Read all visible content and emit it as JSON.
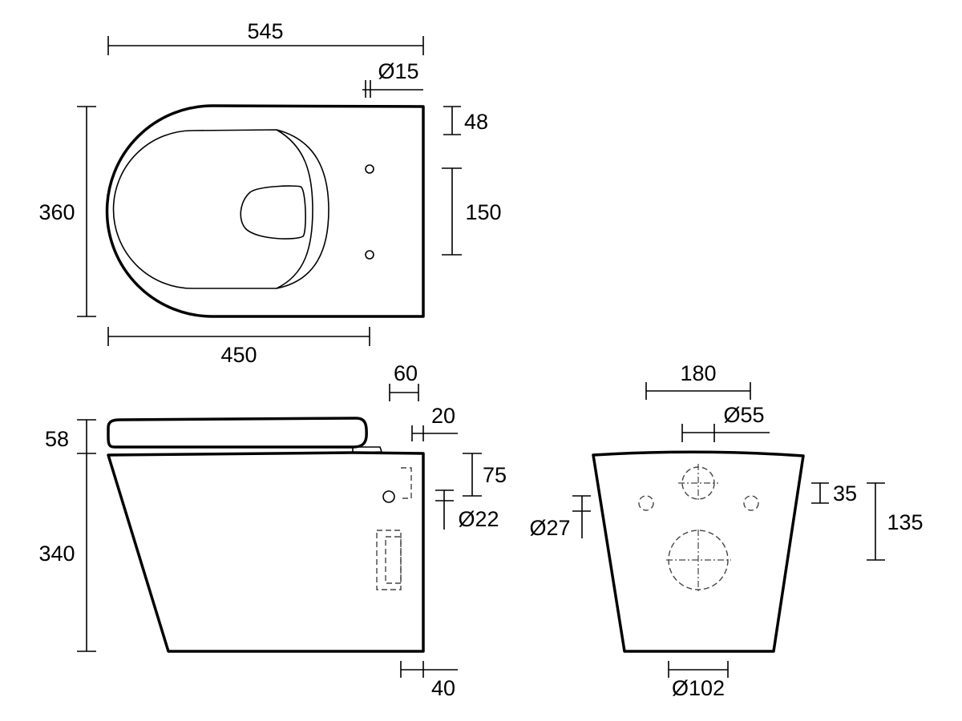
{
  "top_view": {
    "overall_length": "545",
    "fixing_hole_diameter": "Ø15",
    "rear_to_hole": "48",
    "fixing_hole_spacing": "150",
    "width": "360",
    "front_to_hole": "450"
  },
  "side_view": {
    "seat_setback": "60",
    "hinge_offset": "20",
    "inlet_height": "75",
    "inlet_diameter": "Ø22",
    "seat_height": "58",
    "pan_height": "340",
    "outlet_offset": "40"
  },
  "rear_view": {
    "fixing_spacing": "180",
    "inlet_diameter": "Ø55",
    "fixing_to_inlet": "35",
    "inlet_to_outlet": "135",
    "fixing_diameter": "Ø27",
    "outlet_diameter": "Ø102"
  }
}
